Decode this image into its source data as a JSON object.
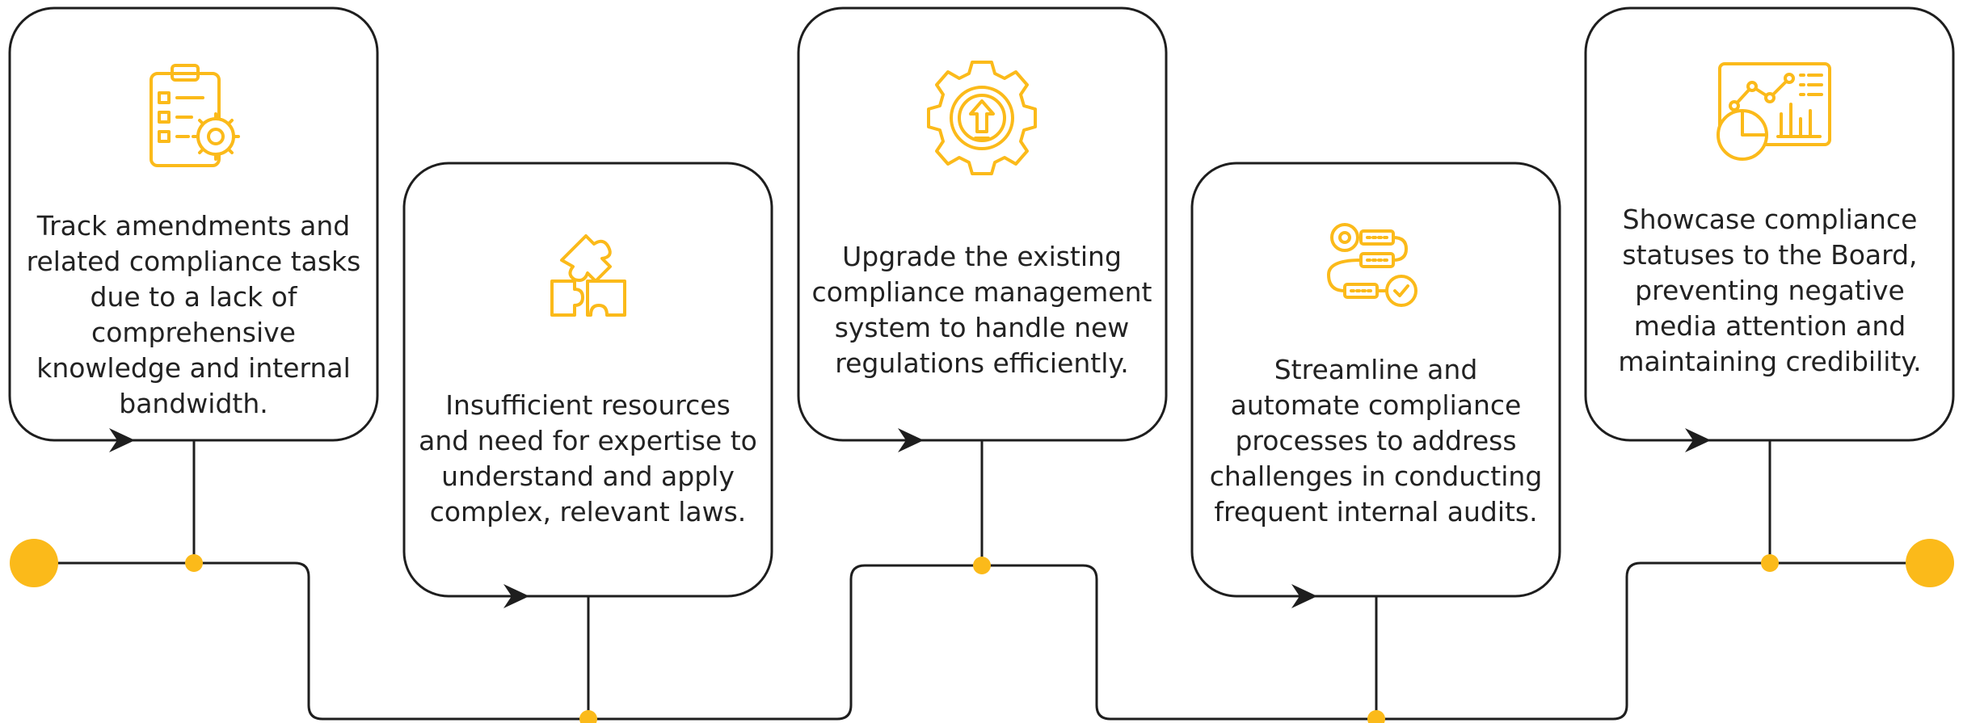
{
  "colors": {
    "accent": "#FBBA1A",
    "line": "#1e1e1e",
    "text": "#222222"
  },
  "cards": [
    {
      "text": "Track amendments and related compliance tasks due to a lack of comprehensive knowledge and internal bandwidth.",
      "icon": "clipboard-gear-icon"
    },
    {
      "text": "Insufficient resources and need for expertise to understand and apply complex, relevant laws.",
      "icon": "puzzle-icon"
    },
    {
      "text": "Upgrade the existing compliance management system to handle new regulations efficiently.",
      "icon": "gear-upgrade-icon"
    },
    {
      "text": "Streamline and automate compliance processes to address challenges in conducting frequent internal audits.",
      "icon": "process-flow-icon"
    },
    {
      "text": "Showcase compliance statuses to the Board, preventing negative media attention and maintaining credibility.",
      "icon": "analytics-dashboard-icon"
    }
  ]
}
